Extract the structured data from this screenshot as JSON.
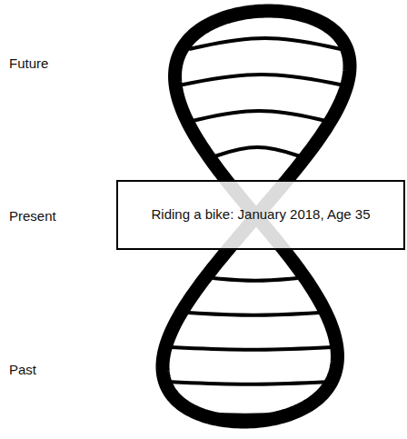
{
  "diagram": {
    "nodes": [
      {
        "text": [
          "Riding a bike: January 2018, Age 35"
        ]
      }
    ],
    "labels": [
      "Future",
      "Present",
      "Past"
    ]
  }
}
